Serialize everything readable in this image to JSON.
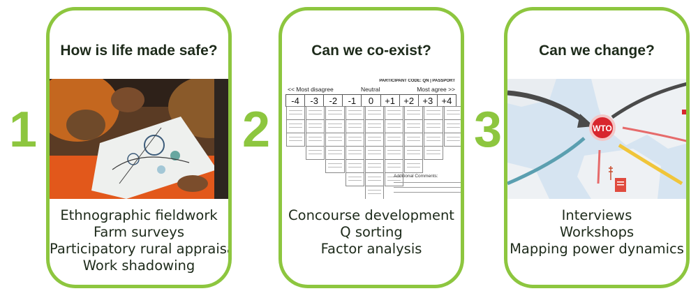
{
  "panels": [
    {
      "number": "1",
      "title": "How is life made safe?",
      "methods": [
        "Ethnographic fieldwork",
        "Farm surveys",
        "Participatory rural appraisal",
        "Work shadowing"
      ]
    },
    {
      "number": "2",
      "title": "Can we co-exist?",
      "methods": [
        "Concourse development",
        "Q sorting",
        "Factor analysis"
      ],
      "qsort": {
        "participant_code": "PARTICIPANT CODE: QN | PASSPORT",
        "left_label": "<< Most disagree",
        "mid_label": "Neutral",
        "right_label": "Most agree >>",
        "scale": [
          "-4",
          "-3",
          "-2",
          "-1",
          "0",
          "+1",
          "+2",
          "+3",
          "+4"
        ],
        "comments_label": "Additional Comments:"
      }
    },
    {
      "number": "3",
      "title": "Can we change?",
      "methods": [
        "Interviews",
        "Workshops",
        "Mapping power dynamics"
      ],
      "map_label": "WTO"
    }
  ],
  "colors": {
    "accent": "#8dc63f",
    "text": "#1d2a1a",
    "wto": "#d8262e"
  }
}
